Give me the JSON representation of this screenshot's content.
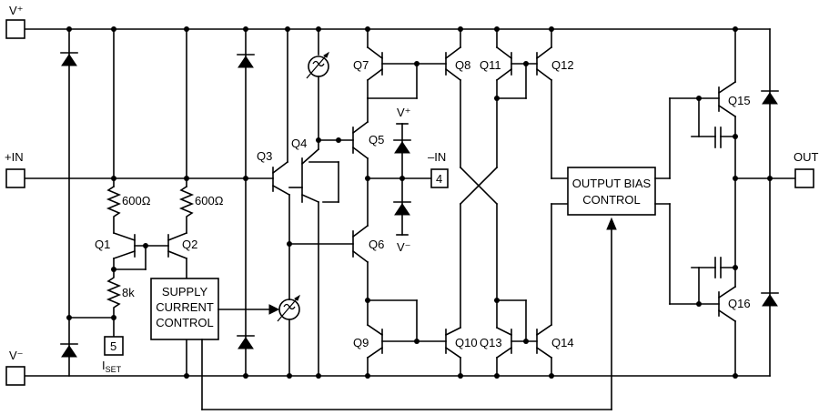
{
  "terminals": {
    "vplus": "V⁺",
    "plus_in": "+IN",
    "vminus": "V⁻",
    "out": "OUT",
    "minus_in": "–IN",
    "minus_in_pin": "4",
    "iset_pin": "5",
    "iset": "I",
    "iset_sub": "SET"
  },
  "resistors": {
    "r1": "600Ω",
    "r2": "600Ω",
    "r3": "8k"
  },
  "transistors": [
    "Q1",
    "Q2",
    "Q3",
    "Q4",
    "Q5",
    "Q6",
    "Q7",
    "Q8",
    "Q9",
    "Q10",
    "Q11",
    "Q12",
    "Q13",
    "Q14",
    "Q15",
    "Q16"
  ],
  "blocks": {
    "supply_current_control": [
      "SUPPLY",
      "CURRENT",
      "CONTROL"
    ],
    "output_bias_control": [
      "OUTPUT BIAS",
      "CONTROL"
    ]
  },
  "rail_labels": {
    "local_vplus": "V⁺",
    "local_vminus": "V⁻"
  }
}
